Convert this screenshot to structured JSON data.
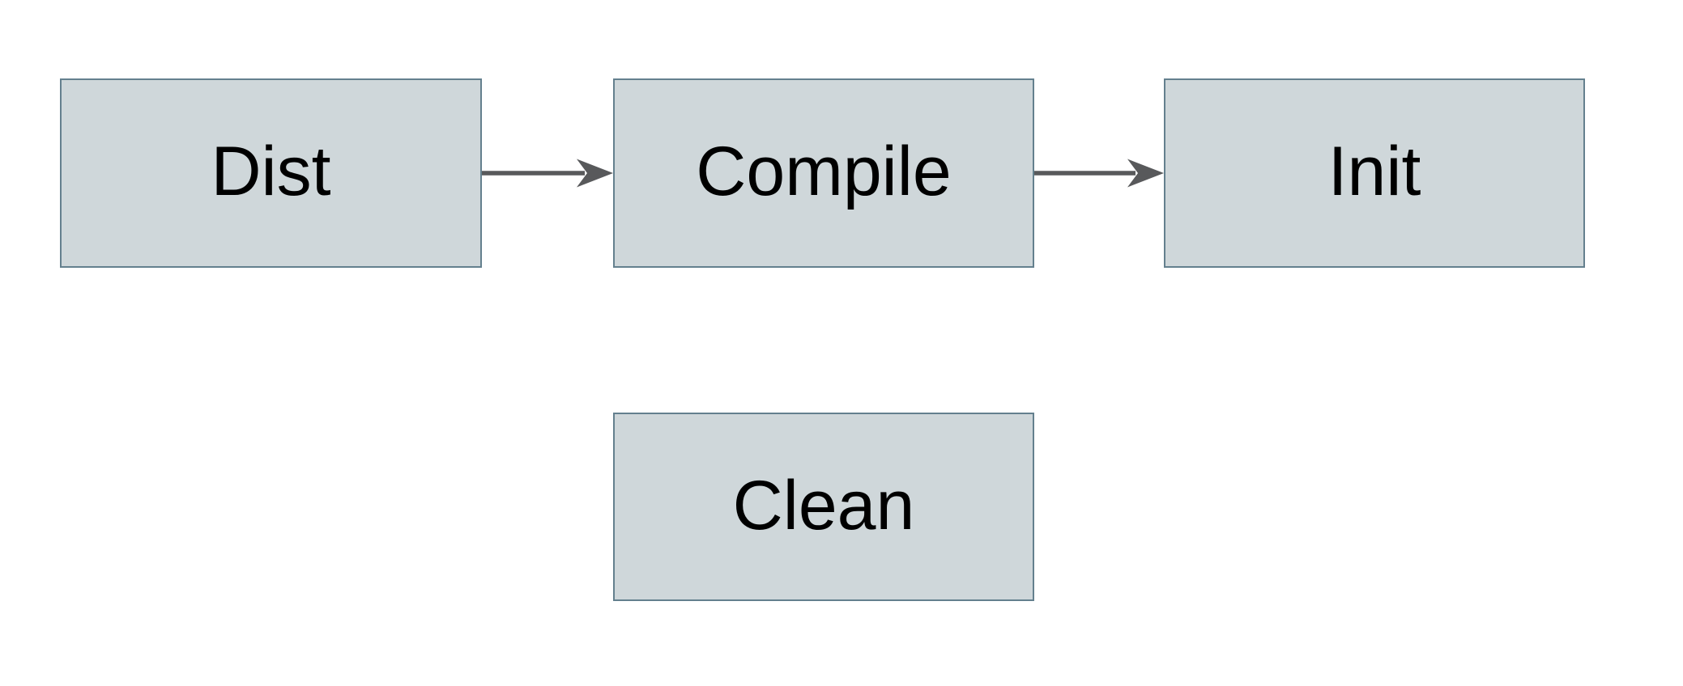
{
  "diagram": {
    "nodes": [
      {
        "id": "dist",
        "label": "Dist"
      },
      {
        "id": "compile",
        "label": "Compile"
      },
      {
        "id": "init",
        "label": "Init"
      },
      {
        "id": "clean",
        "label": "Clean"
      }
    ],
    "edges": [
      {
        "from": "dist",
        "to": "compile"
      },
      {
        "from": "compile",
        "to": "init"
      }
    ],
    "colors": {
      "background": "#ffffff",
      "node_fill": "#cfd7da",
      "node_border": "#64808e",
      "arrow": "#58595b",
      "label_text": "#000000"
    }
  }
}
